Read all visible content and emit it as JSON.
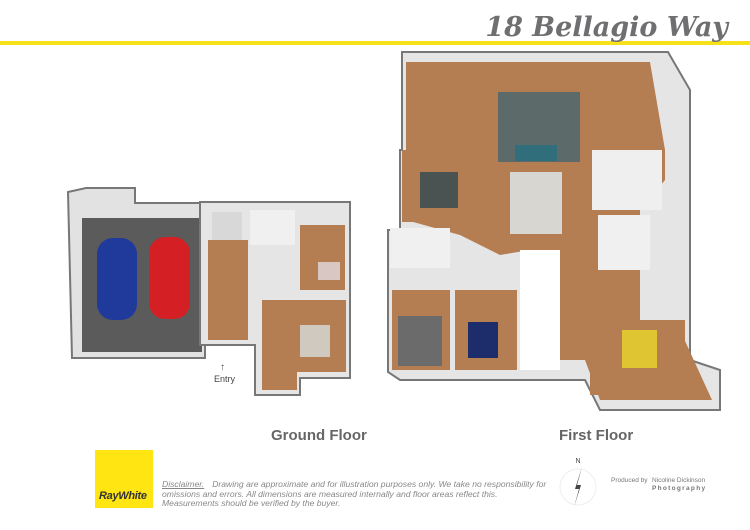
{
  "header": {
    "title": "18 Bellagio Way",
    "accent_color": "#f6e11b"
  },
  "plans": {
    "ground_floor": {
      "label": "Ground Floor",
      "entry_label": "Entry",
      "entry_arrow": "↑",
      "car_colors": [
        "#1f3a9a",
        "#d41f24"
      ]
    },
    "first_floor": {
      "label": "First Floor"
    },
    "floor_color": "#b57d52",
    "wall_color": "#e6e6e6",
    "garage_color": "#5b5b5b"
  },
  "footer": {
    "brand": "RayWhite",
    "brand_color": "#ffe512",
    "disclaimer_heading": "Disclaimer.",
    "disclaimer_text": "Drawing are approximate and for illustration purposes only. We take no responsibility for omissions and errors.  All dimensions are measured internally and floor areas reflect this.  Measurements should be verified by the buyer.",
    "compass_label": "N",
    "compass_icon": "north-arrow-icon",
    "produced_by": "Produced by",
    "producer_name": "Nicoline Dickinson",
    "producer_sub": "Photography"
  }
}
